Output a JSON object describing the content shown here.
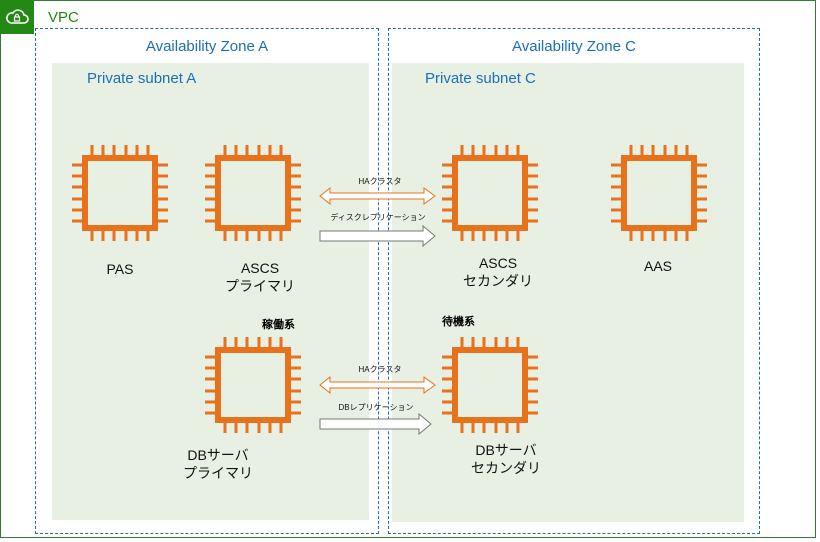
{
  "vpc": {
    "label": "VPC",
    "icon": "cloud-lock-icon",
    "color": "#248814"
  },
  "zones": {
    "a": {
      "label": "Availability Zone A",
      "subnet": "Private subnet A"
    },
    "c": {
      "label": "Availability Zone C",
      "subnet": "Private subnet C"
    }
  },
  "colors": {
    "chip": "#e8711b",
    "az_border": "#1a6fb5",
    "subnet_bg": "#e8f0e4"
  },
  "nodes": {
    "pas": {
      "line1": "PAS",
      "icon": "ec2-instance-icon"
    },
    "ascs_primary": {
      "line1": "ASCS",
      "line2": "プライマリ",
      "icon": "ec2-instance-icon"
    },
    "ascs_secondary": {
      "line1": "ASCS",
      "line2": "セカンダリ",
      "icon": "ec2-instance-icon"
    },
    "aas": {
      "line1": "AAS",
      "icon": "ec2-instance-icon"
    },
    "db_primary": {
      "line1": "DBサーバ",
      "line2": "プライマリ",
      "icon": "ec2-instance-icon"
    },
    "db_secondary": {
      "line1": "DBサーバ",
      "line2": "セカンダリ",
      "icon": "ec2-instance-icon"
    }
  },
  "tags": {
    "active": "稼働系",
    "standby": "待機系"
  },
  "arrows": {
    "ascs_ha": "HAクラスタ",
    "ascs_repl": "ディスクレプリケーション",
    "db_ha": "HAクラスタ",
    "db_repl": "DBレプリケーション"
  }
}
